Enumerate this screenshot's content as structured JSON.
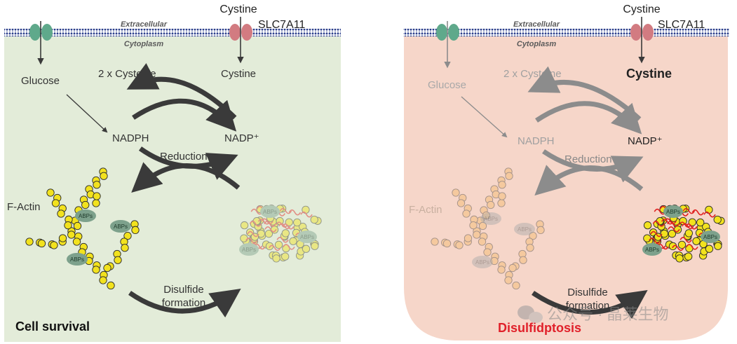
{
  "left_panel": {
    "extracellular": "Extracellular",
    "cytoplasm": "Cytoplasm",
    "transporter": "SLC7A11",
    "cystine_in": "Cystine",
    "cystine_out": "Cystine",
    "glucose": "Glucose",
    "cysteine": "2 x Cysteine",
    "nadph": "NADPH",
    "nadp": "NADP⁺",
    "reduction": "Reduction",
    "factin": "F-Actin",
    "abps": "ABPs",
    "disulfide_1": "Disulfide",
    "disulfide_2": "formation",
    "outcome": "Cell survival"
  },
  "right_panel": {
    "extracellular": "Extracellular",
    "cytoplasm": "Cytoplasm",
    "transporter": "SLC7A11",
    "cystine_in": "Cystine",
    "cystine_out": "Cystine",
    "glucose": "Glucose",
    "cysteine": "2 x Cysteine",
    "nadph": "NADPH",
    "nadp": "NADP⁺",
    "reduction": "Reduction",
    "factin": "F-Actin",
    "abps": "ABPs",
    "disulfide_1": "Disulfide",
    "disulfide_2": "formation",
    "outcome": "Disulfidptosis"
  },
  "watermark": "公众号 · 晶莱生物",
  "colors": {
    "left_bg": "#e3ecd9",
    "right_bg": "#f6d6c9",
    "membrane": "#2c3f8c",
    "channel_green": "#5fa98b",
    "channel_red": "#d27b81",
    "actin": "#f2e21e",
    "abp": "#7da18c",
    "arrow": "#3a3a3a",
    "disulfide_bond": "#e02020",
    "outcome_red": "#e0202a"
  }
}
